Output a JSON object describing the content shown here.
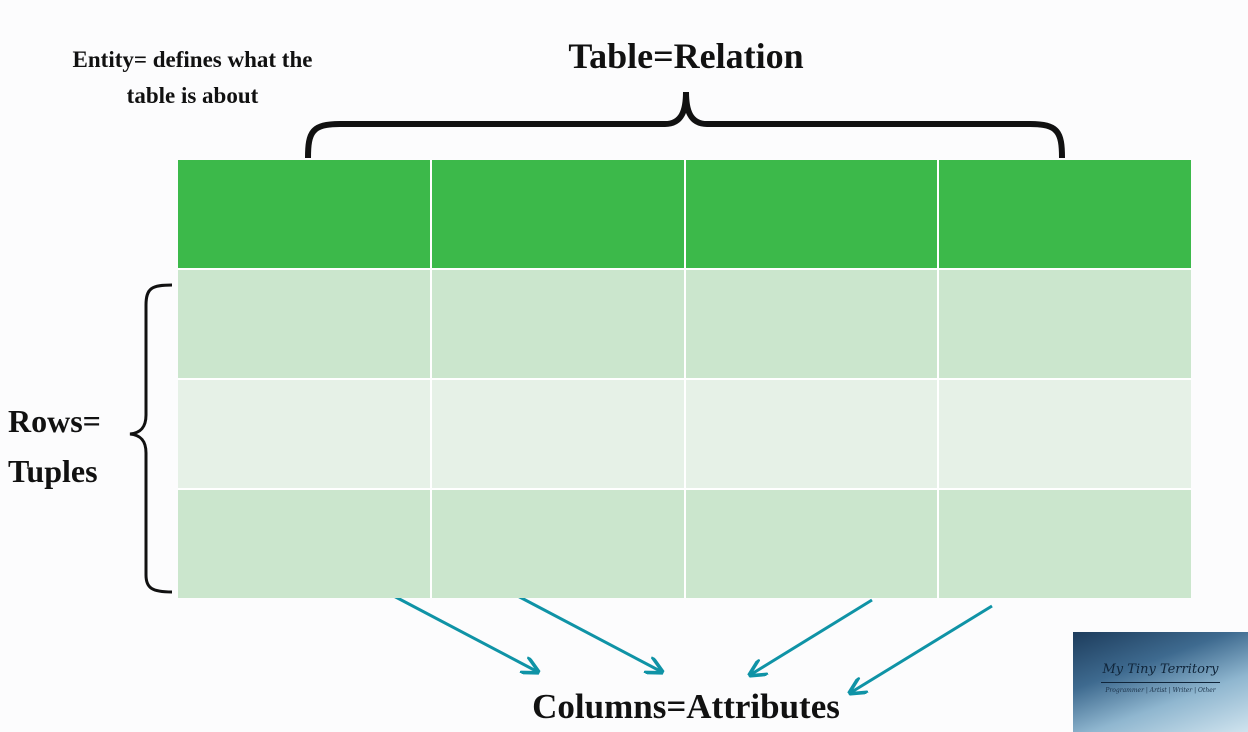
{
  "labels": {
    "entity_line1": "Entity= defines what the",
    "entity_line2": "table is about",
    "table": "Table=Relation",
    "rows_line1": "Rows=",
    "rows_line2": "Tuples",
    "columns": "Columns=Attributes"
  },
  "table": {
    "columns": 4,
    "rows": 3,
    "header_color": "#3cb94a",
    "row_colors": [
      "#cbe6cd",
      "#e6f1e7",
      "#cbe6cd"
    ]
  },
  "colors": {
    "arrow": "#0f93a6",
    "brace": "#111111"
  },
  "logo": {
    "title": "My Tiny Territory",
    "subtitle": "Programmer | Artist | Writer | Other"
  }
}
